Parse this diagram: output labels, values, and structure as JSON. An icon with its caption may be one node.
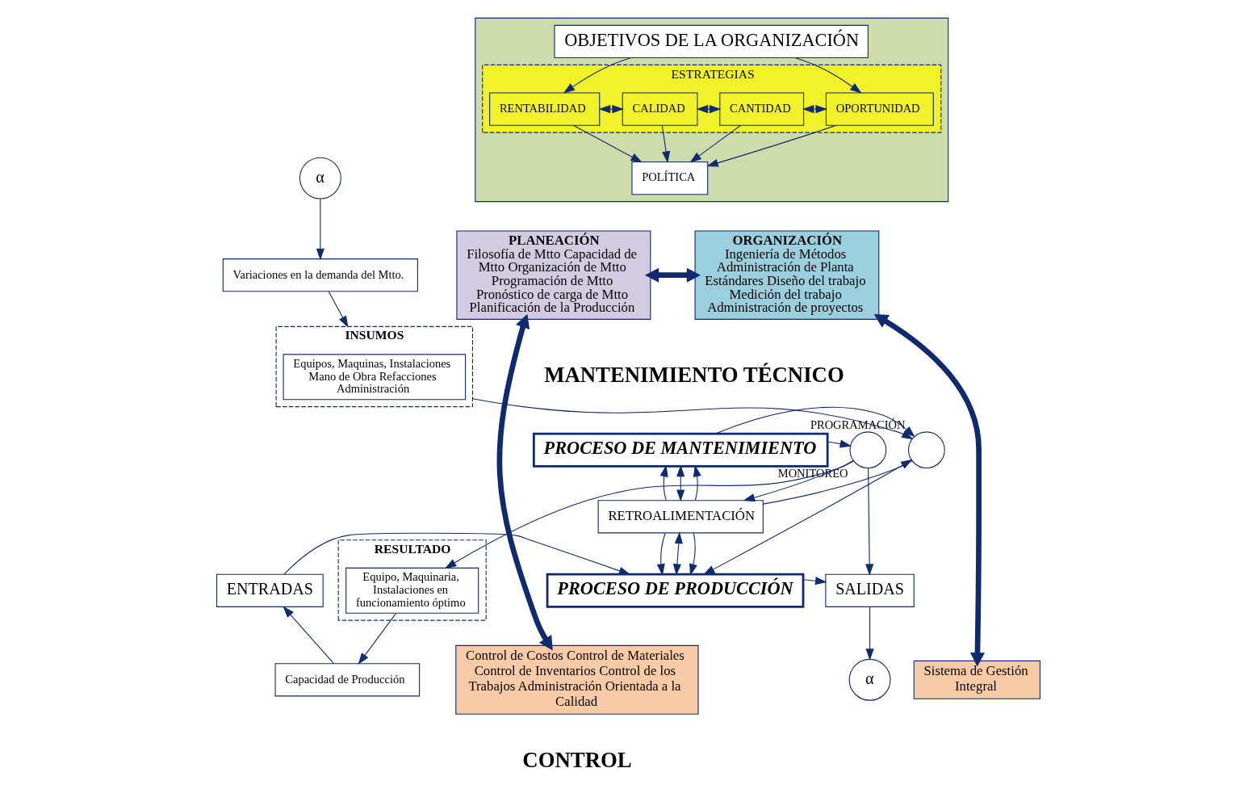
{
  "diagram": {
    "nodes": [
      {
        "text": [],
        "shape": "box"
      },
      {
        "text": [
          "OBJETIVOS DE LA ORGANIZACIÓN"
        ],
        "in": 0
      },
      {
        "text": [
          "ESTRATEGIAS"
        ],
        "in": 0
      },
      {
        "text": [
          "RENTABILIDAD"
        ],
        "in": 2
      },
      {
        "text": [
          "CALIDAD"
        ],
        "in": 2
      },
      {
        "text": [
          "CANTIDAD"
        ],
        "in": 2
      },
      {
        "text": [
          "OPORTUNIDAD"
        ],
        "in": 2
      },
      {
        "text": [
          "POLÍTICA"
        ],
        "in": 0
      },
      {
        "text": [
          "α"
        ]
      },
      {
        "text": [
          "Variaciones en la demanda del Mtto."
        ]
      },
      {
        "text": [
          "INSUMOS"
        ]
      },
      {
        "text": [
          "Equipos, Maquinas, Instalaciones Mano de Obra Refacciones Administración"
        ],
        "in": 10
      },
      {
        "text": [
          "PLANEACIÓN",
          "Filosofía de Mtto Capacidad de Mtto Organización de Mtto Programación de Mtto Pronóstico de carga de Mtto",
          "Planificación de la Producción"
        ]
      },
      {
        "text": [
          "ORGANIZACIÓN",
          "Ingeniería de Métodos Administración de Planta",
          "Estándares Diseño del trabajo Medición del trabajo Administración de proyectos"
        ]
      },
      {
        "text": [
          "Control de Costos Control de Materiales Control de Inventarios Control de los Trabajos Administración Orientada a la Calidad"
        ]
      },
      {
        "text": [
          "Sistema de Gestión Integral"
        ]
      },
      {
        "text": [],
        "shape": "circle",
        "beside": [
          "PROGRAMACIÓN"
        ]
      },
      {
        "text": [
          "PROCESO DE MANTENIMIENTO"
        ]
      },
      {
        "text": [],
        "shape": "circle",
        "beside": [
          "MONITOREO"
        ]
      },
      {
        "text": [
          "RETROALIMENTACIÓN"
        ]
      },
      {
        "text": [
          "PROCESO DE PRODUCCIÓN"
        ]
      },
      {
        "text": [
          "RESULTADO"
        ]
      },
      {
        "text": [
          "Equipo, Maquinaria, Instalaciones en funcionamiento óptimo"
        ],
        "in": 21
      },
      {
        "text": [
          "ENTRADAS"
        ]
      },
      {
        "text": [
          "SALIDAS"
        ]
      },
      {
        "text": [
          "α"
        ]
      },
      {
        "text": [
          "Capacidad de Producción"
        ]
      }
    ],
    "edges": [
      {
        "from": 1,
        "to": 3,
        "arrow": "to"
      },
      {
        "from": 1,
        "to": 6,
        "arrow": "to"
      },
      {
        "from": 3,
        "to": 4,
        "arrow": "both"
      },
      {
        "from": 4,
        "to": 5,
        "arrow": "both"
      },
      {
        "from": 5,
        "to": 6,
        "arrow": "both"
      },
      {
        "from": 3,
        "to": 7,
        "arrow": "to"
      },
      {
        "from": 4,
        "to": 7,
        "arrow": "to"
      },
      {
        "from": 5,
        "to": 7,
        "arrow": "to"
      },
      {
        "from": 6,
        "to": 7,
        "arrow": "to"
      },
      {
        "from": 12,
        "to": 13,
        "arrow": "both",
        "style": "thick"
      },
      {
        "from": 8,
        "to": 9,
        "arrow": "to"
      },
      {
        "from": 9,
        "to": 10,
        "arrow": "to"
      },
      {
        "from": 10,
        "to": 16,
        "arrow": "to"
      },
      {
        "from": 17,
        "to": 16,
        "arrow": "to"
      },
      {
        "from": 17,
        "to": 18,
        "arrow": "to"
      },
      {
        "from": 18,
        "to": 22,
        "arrow": "to"
      },
      {
        "from": 16,
        "to": 20,
        "arrow": "both"
      },
      {
        "from": 16,
        "to": 19,
        "arrow": "none"
      },
      {
        "from": 18,
        "to": 19,
        "arrow": "to"
      },
      {
        "from": 18,
        "to": 24,
        "arrow": "to"
      },
      {
        "from": 19,
        "to": 17,
        "arrow": "to"
      },
      {
        "from": 19,
        "to": 17,
        "arrow": "both"
      },
      {
        "from": 19,
        "to": 17,
        "arrow": "to"
      },
      {
        "from": 19,
        "to": 20,
        "arrow": "to"
      },
      {
        "from": 19,
        "to": 20,
        "arrow": "both"
      },
      {
        "from": 19,
        "to": 20,
        "arrow": "to"
      },
      {
        "from": 23,
        "to": 20,
        "arrow": "to"
      },
      {
        "from": 20,
        "to": 24,
        "arrow": "to"
      },
      {
        "from": 24,
        "to": 25,
        "arrow": "to"
      },
      {
        "from": 22,
        "to": 26,
        "arrow": "to"
      },
      {
        "from": 26,
        "to": 23,
        "arrow": "to"
      },
      {
        "from": 12,
        "to": 14,
        "arrow": "both",
        "style": "thick"
      },
      {
        "from": 15,
        "to": 13,
        "arrow": "both",
        "style": "thick"
      }
    ],
    "labels": [
      "MANTENIMIENTO TÉCNICO",
      "CONTROL"
    ]
  }
}
